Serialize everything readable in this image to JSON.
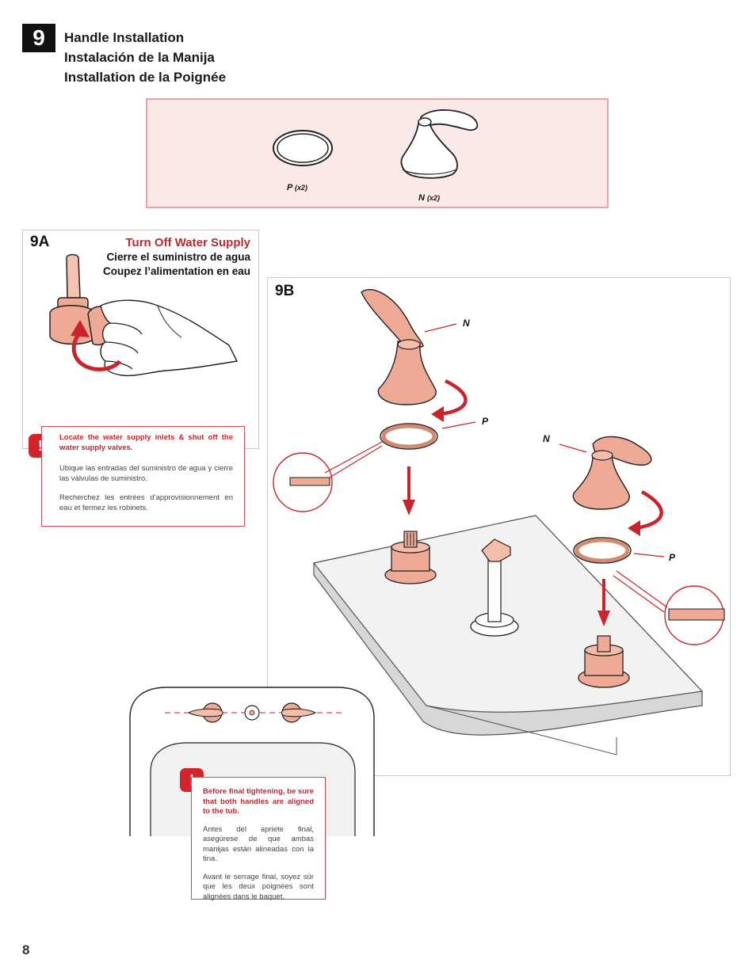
{
  "step": {
    "number": "9",
    "titles": [
      "Handle Installation",
      "Instalación de la Manija",
      "Installation de la Poignée"
    ]
  },
  "parts": [
    {
      "letter": "P",
      "qty": "(x2)",
      "name": "o-ring"
    },
    {
      "letter": "N",
      "qty": "(x2)",
      "name": "handle"
    }
  ],
  "panel_9a": {
    "label": "9A",
    "title_en": "Turn Off Water Supply",
    "title_es": "Cierre el suministro de agua",
    "title_fr": "Coupez l’alimentation en eau",
    "warning": {
      "icon": "!",
      "en": "Locate the water supply inlets & shut off the water supply valves.",
      "es": "Ubique las entradas del suministro de agua y cierre las válvulas de suministro.",
      "fr": "Recherchez les entrées d’approvisionnement en eau et fermez les robinets."
    }
  },
  "panel_9b": {
    "label": "9B",
    "callouts": [
      "N",
      "P",
      "N",
      "P"
    ]
  },
  "tub_warning": {
    "icon": "!",
    "en": "Before final tightening, be sure that both handles are aligned to the tub.",
    "es": "Antes del apriete final, asegúrese de que ambas manijas están alineadas con la tina.",
    "fr": "Avant le serrage final, soyez sûr que les deux poignées sont alignées dans le baquet."
  },
  "page_number": "8",
  "colors": {
    "accent_red": "#c0272d",
    "part_fill": "#eeaa94",
    "parts_bg": "#fae9e6"
  }
}
